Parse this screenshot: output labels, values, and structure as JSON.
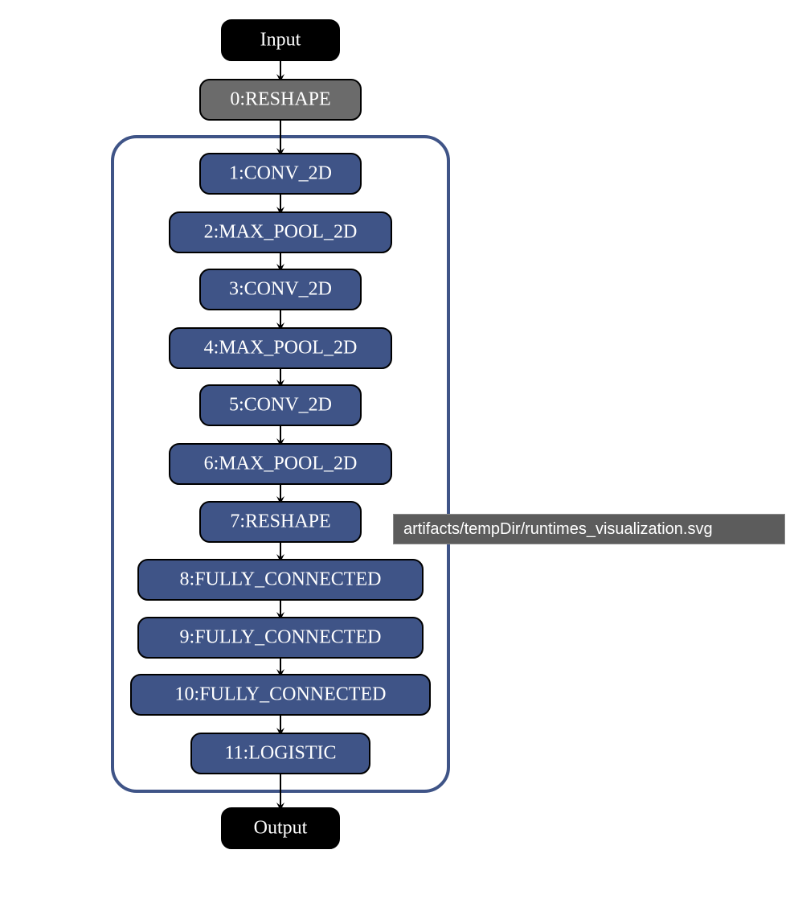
{
  "nodes": [
    {
      "label": "Input",
      "kind": "io"
    },
    {
      "label": "0:RESHAPE",
      "kind": "cpu"
    },
    {
      "label": "1:CONV_2D",
      "kind": "delegate"
    },
    {
      "label": "2:MAX_POOL_2D",
      "kind": "delegate"
    },
    {
      "label": "3:CONV_2D",
      "kind": "delegate"
    },
    {
      "label": "4:MAX_POOL_2D",
      "kind": "delegate"
    },
    {
      "label": "5:CONV_2D",
      "kind": "delegate"
    },
    {
      "label": "6:MAX_POOL_2D",
      "kind": "delegate"
    },
    {
      "label": "7:RESHAPE",
      "kind": "delegate"
    },
    {
      "label": "8:FULLY_CONNECTED",
      "kind": "delegate"
    },
    {
      "label": "9:FULLY_CONNECTED",
      "kind": "delegate"
    },
    {
      "label": "10:FULLY_CONNECTED",
      "kind": "delegate"
    },
    {
      "label": "11:LOGISTIC",
      "kind": "delegate"
    },
    {
      "label": "Output",
      "kind": "io"
    }
  ],
  "colors": {
    "io": "#000000",
    "cpu": "#6b6b6b",
    "delegate": "#3f5487",
    "group_border": "#3f5487",
    "edge": "#000000"
  },
  "tooltip": {
    "text": "artifacts/tempDir/runtimes_visualization.svg"
  }
}
